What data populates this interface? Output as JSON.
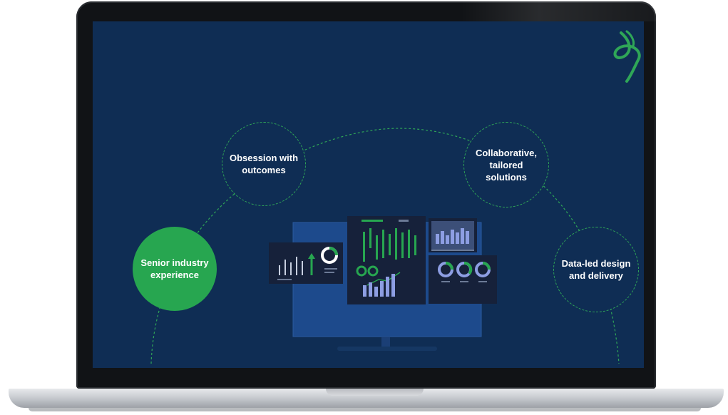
{
  "slide": {
    "nodes": [
      {
        "label": "Obsession with\noutcomes"
      },
      {
        "label": "Collaborative,\ntailored\nsolutions"
      },
      {
        "label": "Senior industry\nexperience"
      },
      {
        "label": "Data-led design\nand delivery"
      }
    ],
    "logo_icon": "swirl-logo-icon"
  },
  "colors": {
    "screen_bg": "#0f2d54",
    "accent_green": "#27a650",
    "panel_dark": "#182236",
    "chart_blue": "#8d9ee3"
  }
}
